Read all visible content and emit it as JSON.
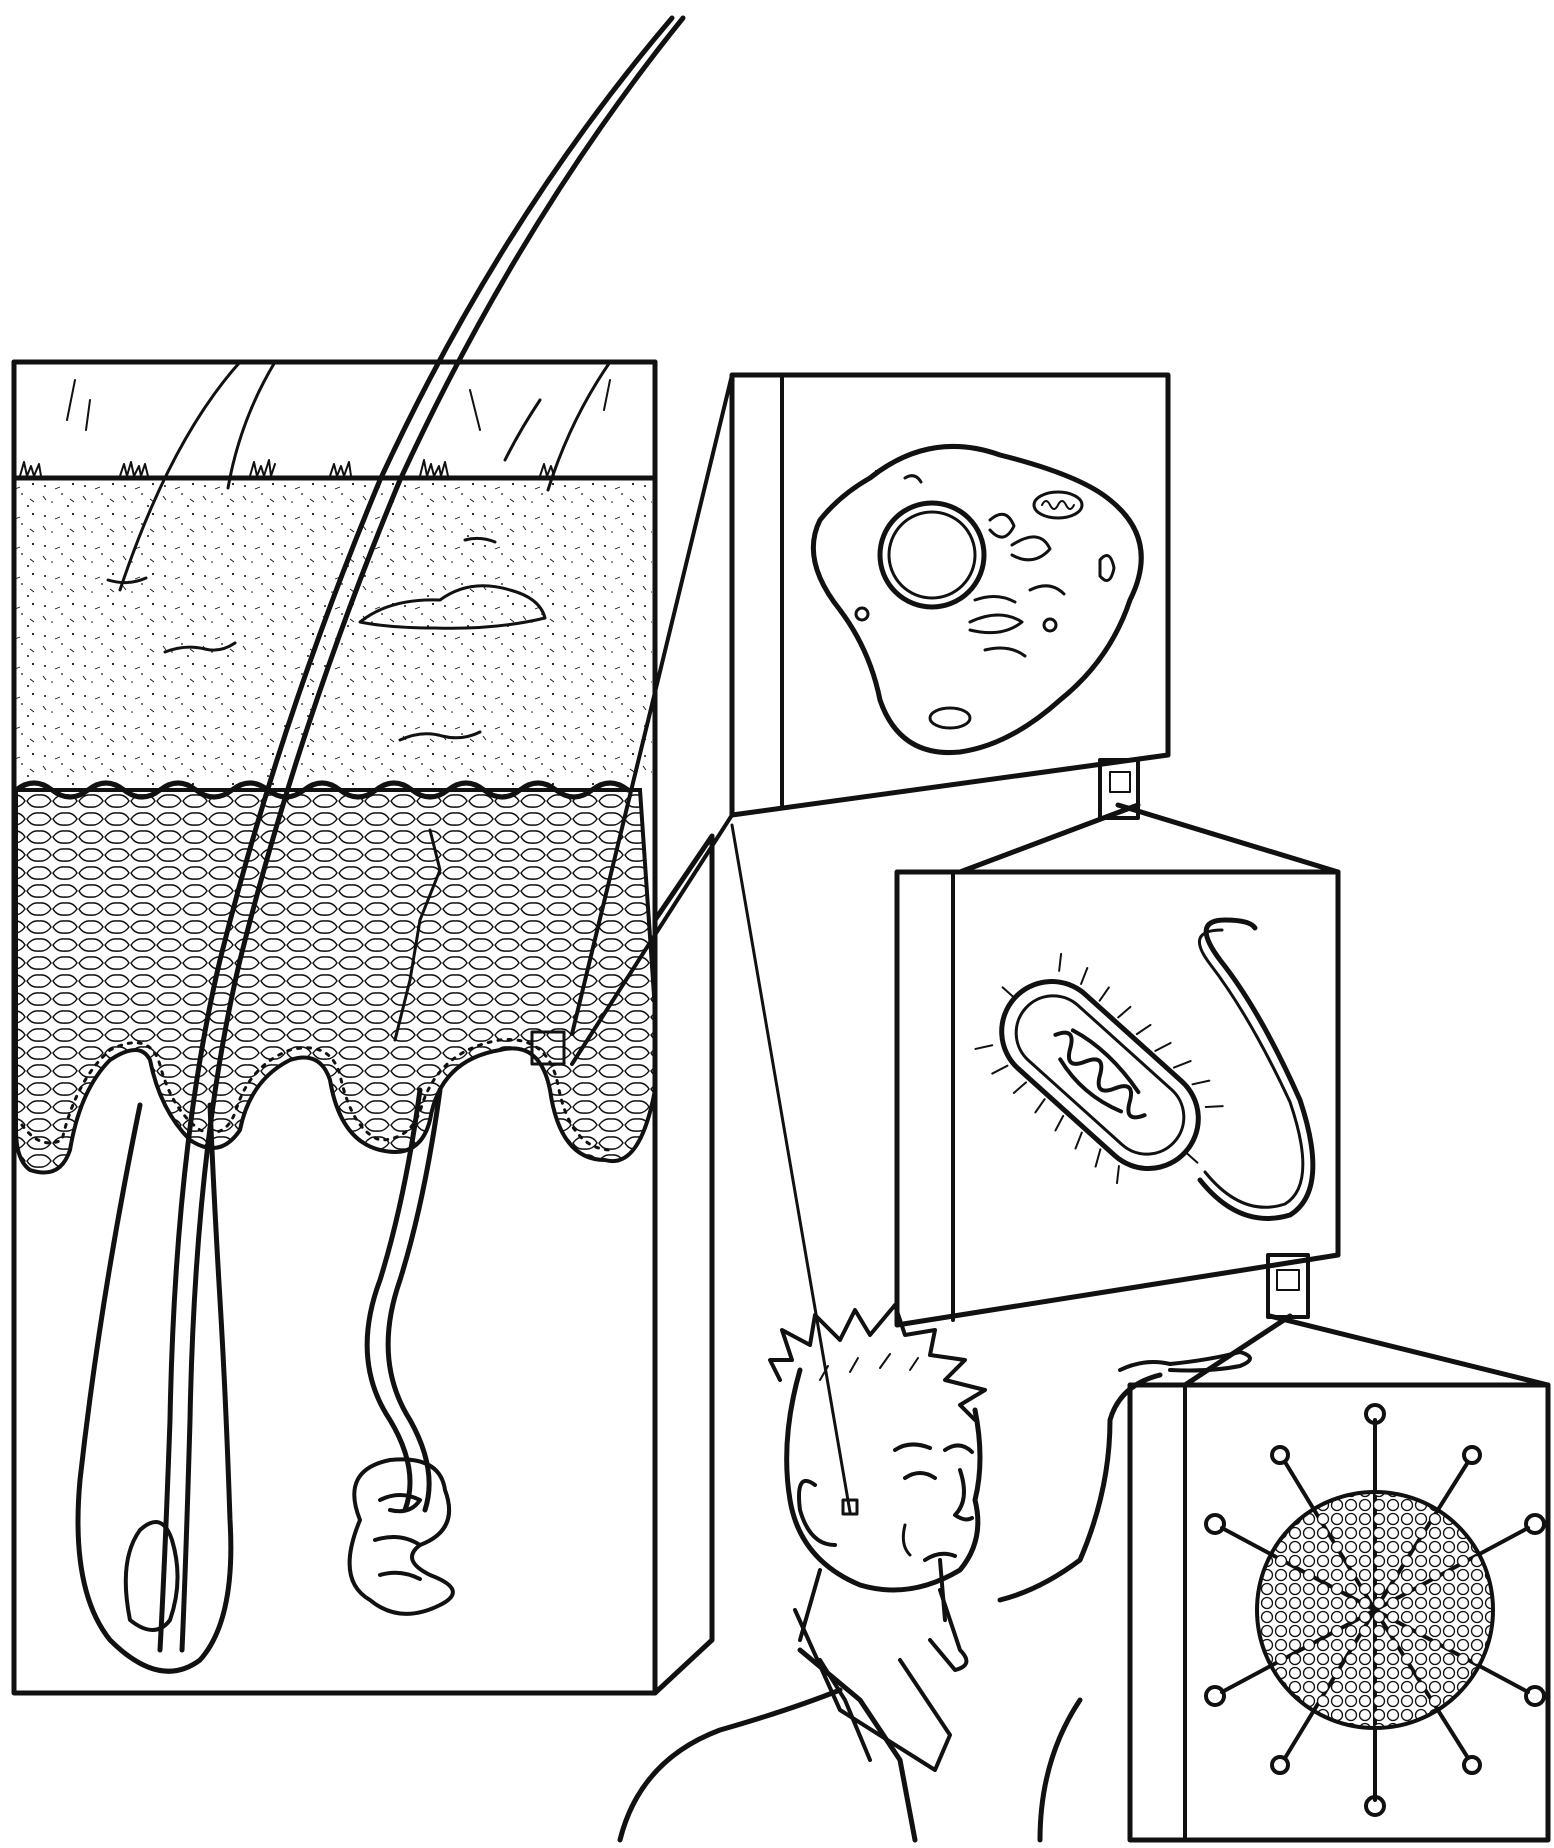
{
  "colors": {
    "ink": "#111111",
    "paper": "#ffffff"
  },
  "panels": [
    {
      "name": "skin-cross-section",
      "icon": "skin-layers-icon"
    },
    {
      "name": "eukaryotic-cell",
      "icon": "cell-icon"
    },
    {
      "name": "bacterium",
      "icon": "bacterium-icon"
    },
    {
      "name": "virus",
      "icon": "virus-icon"
    }
  ],
  "figure": {
    "name": "observer",
    "icon": "person-icon"
  }
}
